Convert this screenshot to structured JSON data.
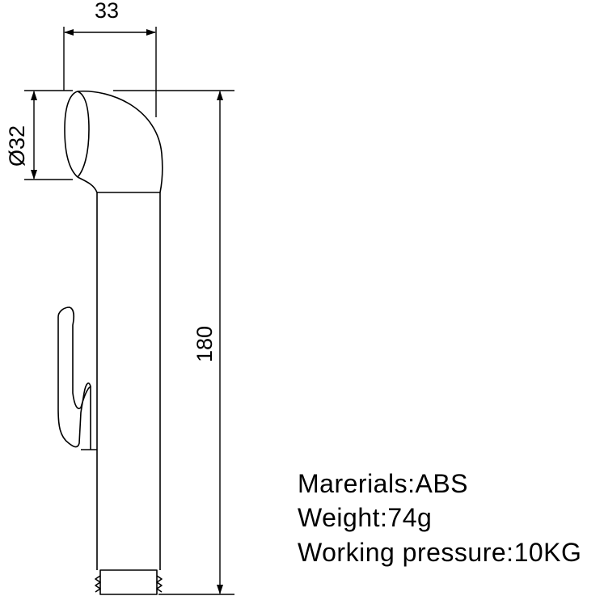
{
  "dimensions": {
    "width_label": "33",
    "diameter_label": "Ø32",
    "length_label": "180"
  },
  "specs": {
    "material": "Marerials:ABS",
    "weight": "Weight:74g",
    "pressure": "Working pressure:10KG"
  }
}
